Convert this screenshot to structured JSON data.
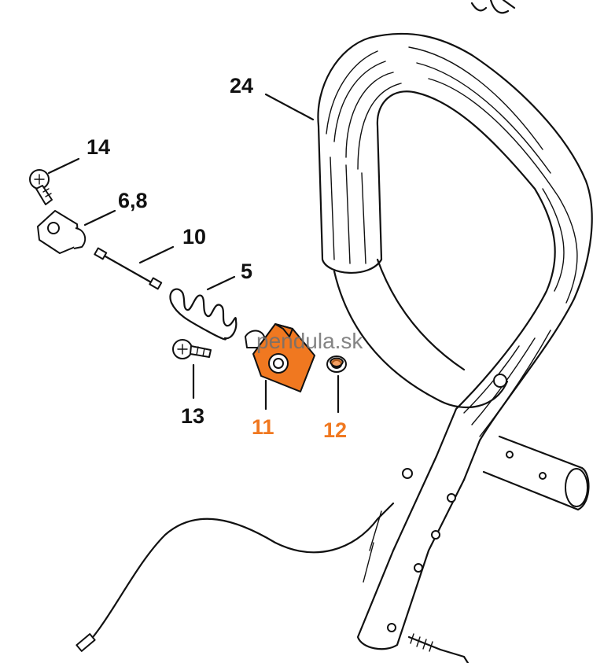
{
  "callouts": {
    "c24": "24",
    "c14": "14",
    "c68": "6,8",
    "c10": "10",
    "c5": "5",
    "c13": "13",
    "c11": "11",
    "c12": "12"
  },
  "watermark": "pendula.sk",
  "colors": {
    "highlight": "#f07820",
    "ink": "#111111"
  }
}
